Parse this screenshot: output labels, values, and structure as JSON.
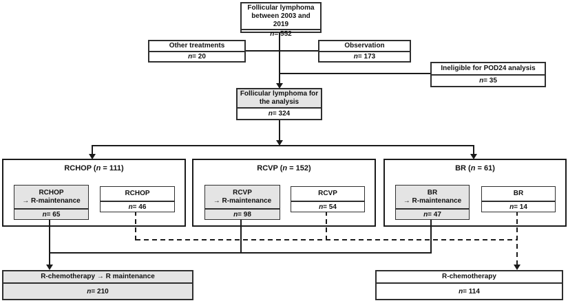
{
  "colors": {
    "shaded": "#e4e4e4",
    "box_border": "#2e2e2e",
    "line": "#1a1a1a",
    "background": "#ffffff"
  },
  "diagram": {
    "top": {
      "title": "Follicular lymphoma\nbetween 2003 and 2019",
      "n_italic": "n",
      "n_rest": " = 552"
    },
    "other_treatments": {
      "title": "Other treatments",
      "n_italic": "n",
      "n_rest": " = 20"
    },
    "observation": {
      "title": "Observation",
      "n_italic": "n",
      "n_rest": " = 173"
    },
    "ineligible": {
      "title": "Ineligible for POD24 analysis",
      "n_italic": "n",
      "n_rest": " = 35"
    },
    "analysis": {
      "title": "Follicular lymphoma for\nthe analysis",
      "n_italic": "n",
      "n_rest": " = 324"
    },
    "groups": [
      {
        "title_pre": "RCHOP (",
        "title_n": "n",
        "title_post": " = 111)",
        "maintenance": {
          "title": "RCHOP\n→ R-maintenance",
          "n_italic": "n",
          "n_rest": " = 65"
        },
        "chemo_only": {
          "title": "RCHOP",
          "n_italic": "n",
          "n_rest": " = 46"
        }
      },
      {
        "title_pre": "RCVP (",
        "title_n": "n",
        "title_post": " = 152)",
        "maintenance": {
          "title": "RCVP\n→ R-maintenance",
          "n_italic": "n",
          "n_rest": " = 98"
        },
        "chemo_only": {
          "title": "RCVP",
          "n_italic": "n",
          "n_rest": " = 54"
        }
      },
      {
        "title_pre": "BR (",
        "title_n": "n",
        "title_post": " = 61)",
        "maintenance": {
          "title": "BR\n→ R-maintenance",
          "n_italic": "n",
          "n_rest": " = 47"
        },
        "chemo_only": {
          "title": "BR",
          "n_italic": "n",
          "n_rest": " = 14"
        }
      }
    ],
    "outcome_maintenance": {
      "title": "R-chemotherapy → R maintenance",
      "n_italic": "n",
      "n_rest": " = 210"
    },
    "outcome_chemo": {
      "title": "R-chemotherapy",
      "n_italic": "n",
      "n_rest": " = 114"
    }
  }
}
